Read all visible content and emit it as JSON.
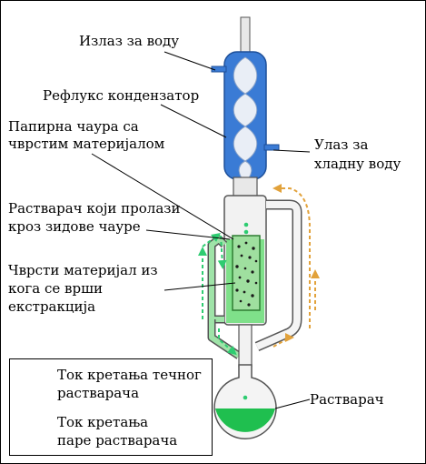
{
  "labels": {
    "water_outlet": "Излаз за воду",
    "reflux_condenser": "Рефлукс кондензатор",
    "thimble_line1": "Папирна чаура са",
    "thimble_line2": "чврстим материјалом",
    "water_inlet_line1": "Улаз за",
    "water_inlet_line2": "хладну воду",
    "solvent_pass_line1": "Растварач који пролази",
    "solvent_pass_line2": "кроз зидове чауре",
    "solid_line1": "Чврсти материјал из",
    "solid_line2": "кога се врши",
    "solid_line3": "екстракција",
    "solvent": "Растварач"
  },
  "legend": {
    "liquid_line1": "Ток кретања течног",
    "liquid_line2": "растварача",
    "vapor_line1": "Ток кретања",
    "vapor_line2": "паре растварача"
  },
  "colors": {
    "liquid_flow": "#2ecc71",
    "vapor_flow": "#e2a23b",
    "condenser": "#3a7bd5",
    "solvent": "#1fbf4f",
    "glass": "#c8c8c8"
  }
}
